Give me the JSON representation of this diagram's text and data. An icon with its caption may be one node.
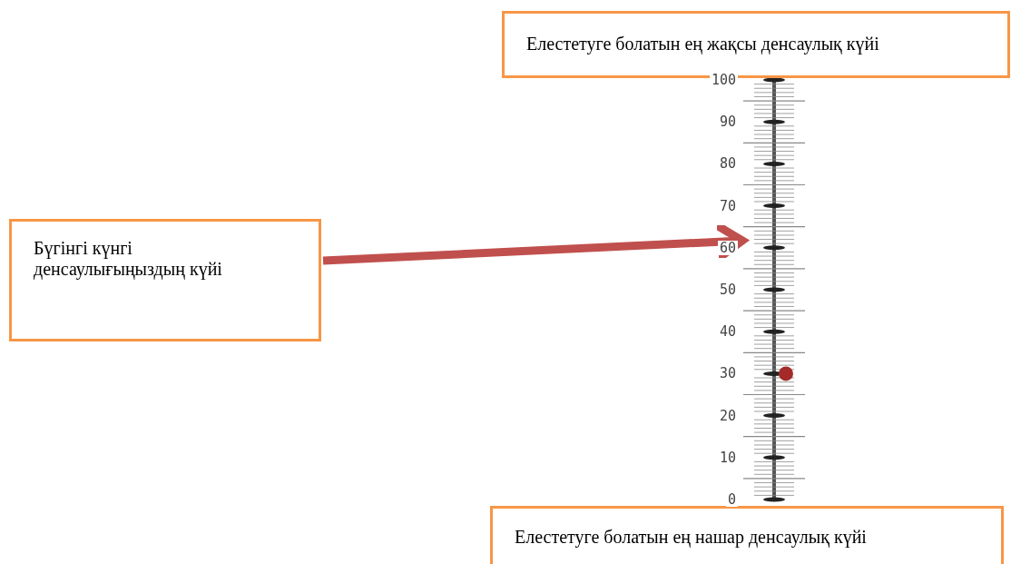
{
  "diagram": {
    "nodes": [
      {
        "text": [
          "Елестетуге болатын ең жақсы денсаулық күйі"
        ]
      },
      {
        "text": [
          "Бүгінгі күнгі денсаулығыңыздың күйі"
        ]
      },
      {
        "text": [
          "Елестетуге болатын ең нашар денсаулық күйі"
        ]
      },
      {
        "text": [],
        "shape": "bar"
      }
    ],
    "edges": [
      {
        "from": 1,
        "to": 3,
        "arrow": "to"
      }
    ],
    "labels": [
      "100",
      "90",
      "80",
      "70",
      "60",
      "50",
      "40",
      "30",
      "20",
      "10",
      "0"
    ]
  }
}
